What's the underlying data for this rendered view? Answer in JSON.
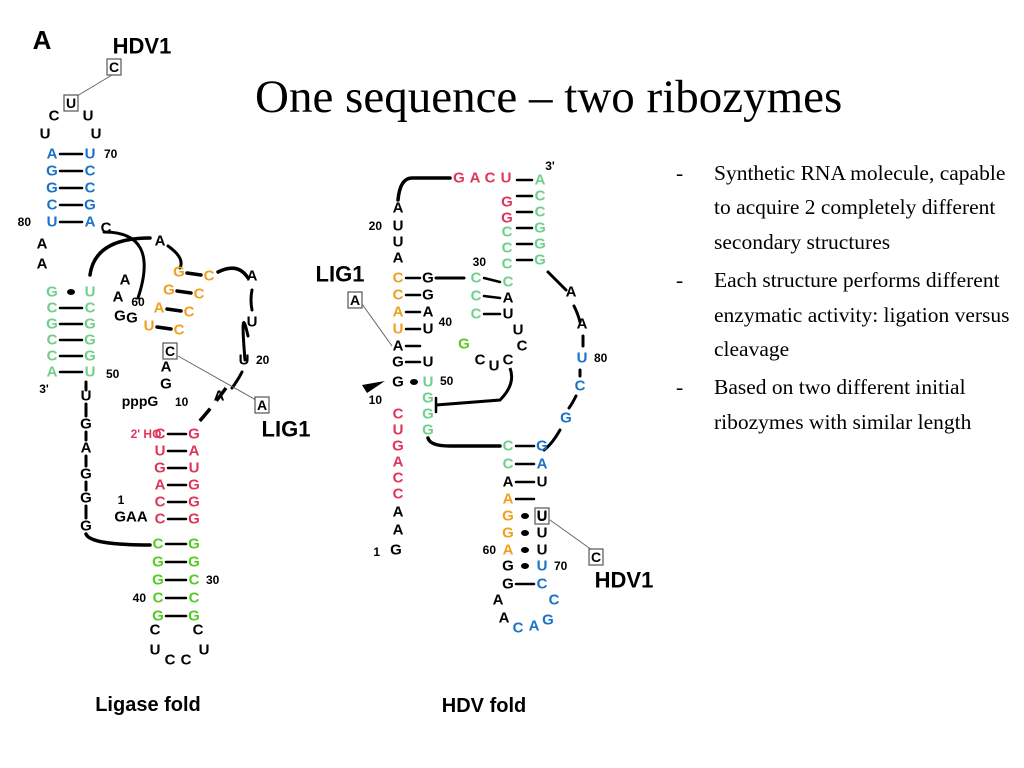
{
  "slide": {
    "title": "One sequence – two ribozymes",
    "bullet_marker": "-",
    "bullets": [
      "Synthetic RNA molecule, capable to acquire 2 completely different secondary structures",
      "Each structure performs different enzymatic activity: ligation versus cleavage",
      "Based on two different initial ribozymes with similar length"
    ]
  },
  "figure": {
    "panel_label": "A",
    "colors": {
      "black": "#000000",
      "blue": "#1a73c8",
      "light_green": "#6fd08a",
      "orange": "#f0a020",
      "red": "#e0355a",
      "green": "#55cc22",
      "pointer": "#000000"
    },
    "ligase": {
      "fold_label": "Ligase fold",
      "callouts": {
        "hdv1": "HDV1",
        "lig1": "LIG1"
      },
      "boxed": {
        "hdv1": "C",
        "top": "U",
        "lig1": "A",
        "mid": "C"
      },
      "annotations": {
        "n70": "70",
        "n80": "80",
        "n60": "60",
        "n50": "50",
        "n20": "20",
        "n10": "10",
        "n30": "30",
        "n40": "40",
        "n1": "1",
        "three_prime": "3'",
        "pppG": "pppG",
        "two_ho": "2' HO",
        "gaa": "GAA"
      },
      "labels": {
        "loop_c_top": "C",
        "loop_u_top": "U",
        "loop_u_left": "U",
        "loop_u_right": "U",
        "l_a_80": "A",
        "l_a_81": "A",
        "l_c_82": "C",
        "lp_a": "A",
        "lp_a2": "A",
        "lp_g": "G",
        "lp_g2": "G",
        "or_a": "A",
        "rt_a": "A",
        "rt_u": "U",
        "rt_u20": "U",
        "rt_a2": "A",
        "lk_a": "A",
        "lk_g": "G",
        "tail_u": "U",
        "tail_g": "G",
        "tail_a": "A",
        "tail_g2": "G",
        "tail_g3": "G",
        "tail_g4": "G",
        "bot_c1": "C",
        "bot_c2": "C",
        "bot_u1": "U",
        "bot_c3": "C",
        "bot_c4": "C",
        "bot_u2": "U"
      },
      "blue_stem": {
        "left": [
          "A",
          "G",
          "G",
          "C",
          "U"
        ],
        "right": [
          "U",
          "C",
          "C",
          "G",
          "A"
        ]
      },
      "green_stem": {
        "left": [
          "G",
          "C",
          "G",
          "C",
          "C",
          "A"
        ],
        "right": [
          "U",
          "C",
          "G",
          "G",
          "G",
          "U"
        ]
      },
      "orange_stem": {
        "left": [
          "G",
          "G",
          "A",
          "U"
        ],
        "right": [
          "C",
          "C",
          "C",
          "C"
        ]
      },
      "red_stem": {
        "left": [
          "C",
          "U",
          "G",
          "A",
          "C",
          "C"
        ],
        "right": [
          "G",
          "A",
          "U",
          "G",
          "G",
          "G"
        ]
      },
      "lower_stem": {
        "left": [
          "C",
          "G",
          "G",
          "C",
          "G"
        ],
        "right": [
          "G",
          "G",
          "C",
          "C",
          "G"
        ]
      }
    },
    "hdv": {
      "fold_label": "HDV fold",
      "callouts": {
        "lig1": "LIG1",
        "hdv1": "HDV1"
      },
      "boxed": {
        "lig1": "A",
        "hdv1": "C",
        "u_box": "U"
      },
      "annotations": {
        "n20": "20",
        "n30": "30",
        "n40": "40",
        "n50": "50",
        "n10": "10",
        "n80": "80",
        "n60": "60",
        "n70": "70",
        "n1": "1",
        "three_prime": "3'"
      },
      "labels": {
        "top_g": "G",
        "top_a": "A",
        "top_c": "C",
        "top_u": "U",
        "l_a": "A",
        "l_u20": "U",
        "l_u": "U",
        "l_a2": "A",
        "p1_c": "C",
        "p1_u": "U",
        "p1_g": "G",
        "p1_g2": "G",
        "p1_g3": "G",
        "p1_c2": "C",
        "p1_a": "A",
        "p1_c3": "C",
        "p1_c4": "C",
        "p1_a2": "A",
        "p1_a3": "A",
        "p1_g1": "G",
        "p1_a4": "A",
        "p1_a5": "A",
        "p1_c5": "C",
        "p1_a6": "A",
        "p1_g4": "G",
        "p2_c": "C",
        "p2_c2": "C",
        "p2_c3": "C",
        "p2_u": "U",
        "p3_a": "A",
        "p3_a2": "A",
        "p3_u80": "U",
        "p3_c": "C",
        "p3_g": "G",
        "rs_g": "G",
        "rs_g2": "G",
        "rs_c": "C",
        "rs_u": "U",
        "rs_c2": "C",
        "rs_c3": "C",
        "lr_g": "G",
        "lr_a": "A",
        "lr_u": "U",
        "lr_c": "C",
        "lr_u2": "U",
        "lr_c2": "C",
        "lr_u3": "U",
        "lr_u4": "U",
        "lr_a3": "A",
        "lr_g2": "G",
        "lr_g3": "G",
        "lr_u5": "U",
        "lr_g4": "G",
        "lr_c4": "C",
        "lr_a4": "A",
        "lr_g5": "G",
        "bot_a": "A",
        "bot_a2": "A",
        "bot_c": "C",
        "bot_a3": "A",
        "bot_g": "G",
        "bot_c2": "C",
        "bot_c3": "C",
        "bot_c4": "C"
      }
    }
  }
}
